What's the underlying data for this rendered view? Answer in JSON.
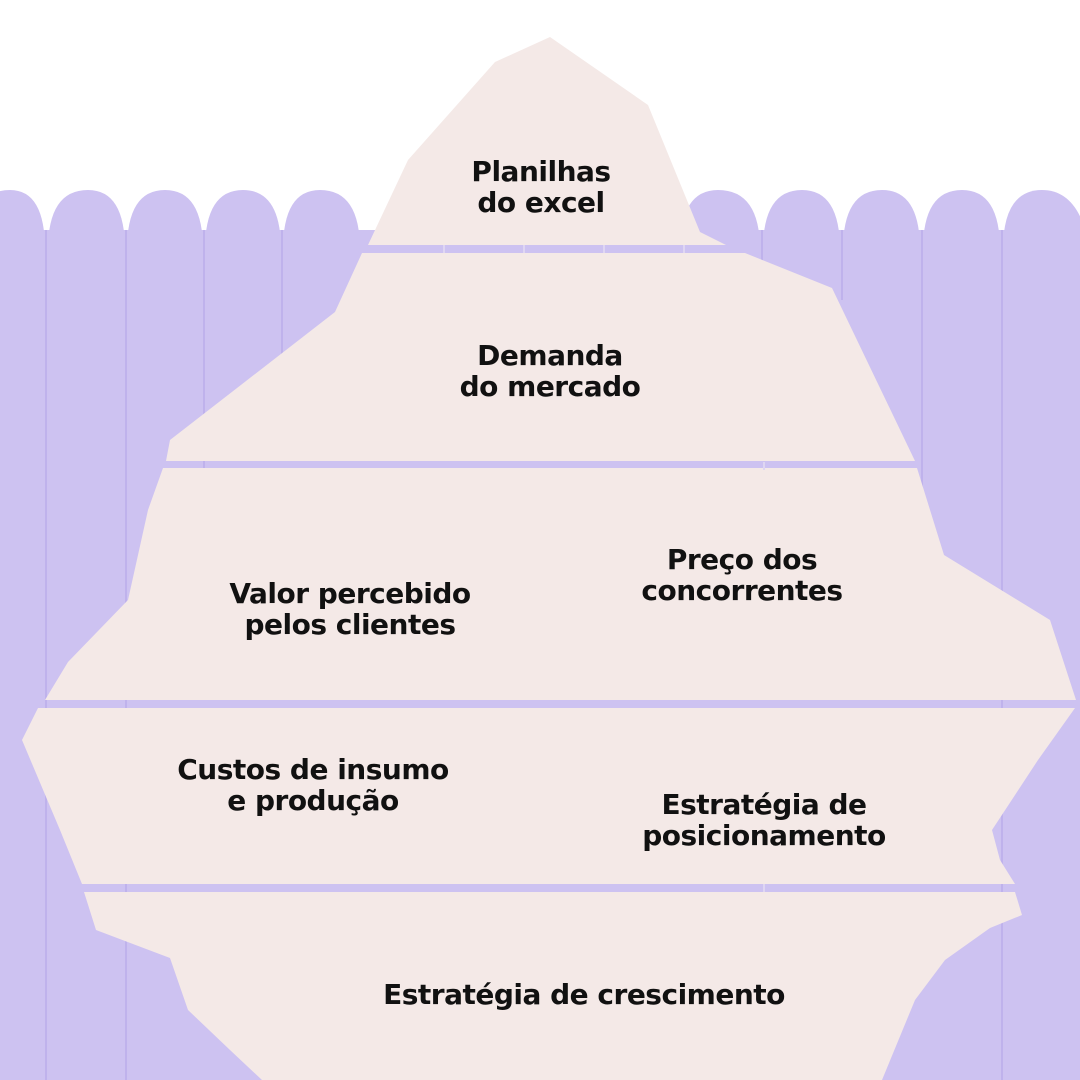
{
  "colors": {
    "water": "#cdc2f1",
    "wave_edge": "#bdb0ea",
    "ice": "#f4e9e7",
    "separator": "#cdc2f1",
    "text": "#111111"
  },
  "diagram": {
    "type": "iceberg",
    "levels": [
      {
        "lines": [
          "Planilhas",
          "do excel"
        ]
      },
      {
        "lines": [
          "Demanda",
          "do mercado"
        ]
      },
      {
        "lines": [
          "Valor percebido",
          "pelos clientes"
        ]
      },
      {
        "lines": [
          "Preço dos",
          "concorrentes"
        ]
      },
      {
        "lines": [
          "Custos de insumo",
          "e produção"
        ]
      },
      {
        "lines": [
          "Estratégia de",
          "posicionamento"
        ]
      },
      {
        "lines": [
          "Estratégia de crescimento"
        ]
      }
    ]
  }
}
